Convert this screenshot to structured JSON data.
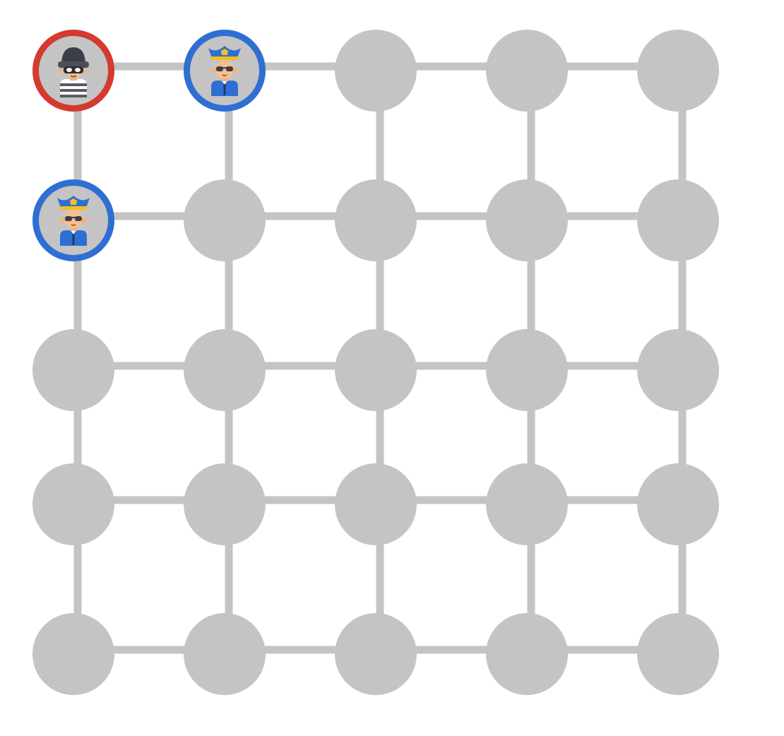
{
  "board": {
    "rows": 5,
    "cols": 5,
    "grid_edges": "orthogonal-neighbors",
    "colors": {
      "node": "#c4c4c4",
      "edge": "#c4c4c4",
      "thief_ring": "#d43a2f",
      "police_ring": "#2f6fd4",
      "background": "#ffffff"
    },
    "pieces": [
      {
        "role": "thief",
        "icon": "thief-icon",
        "row": 0,
        "col": 0
      },
      {
        "role": "police",
        "icon": "police-officer-icon",
        "row": 0,
        "col": 1
      },
      {
        "role": "police",
        "icon": "police-officer-icon",
        "row": 1,
        "col": 0
      }
    ]
  }
}
